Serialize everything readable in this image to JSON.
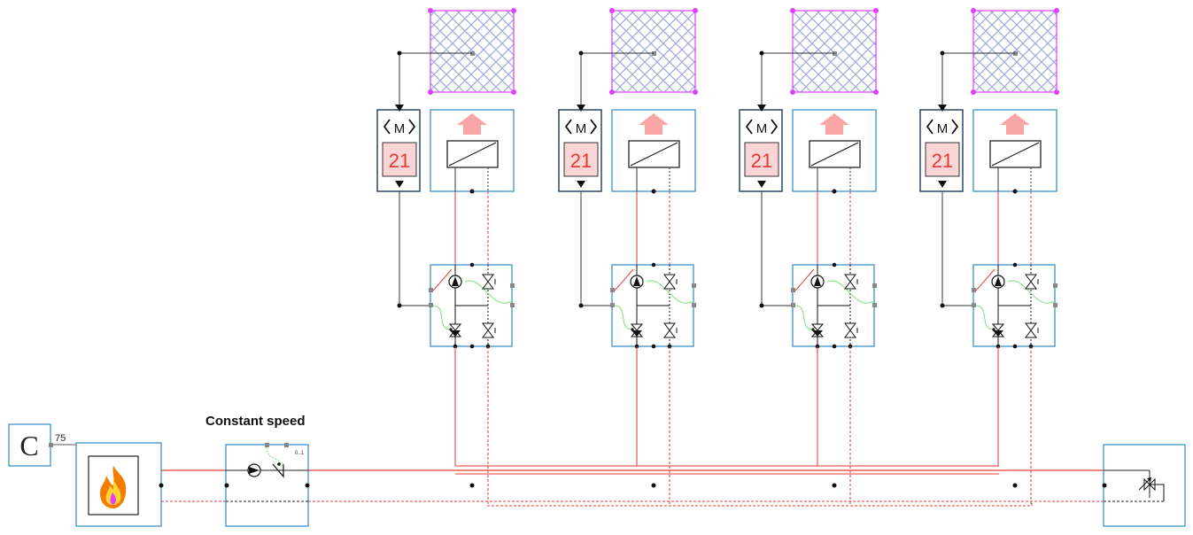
{
  "constant_block": {
    "letter": "C",
    "output_value": "75"
  },
  "pump_label": "Constant speed",
  "pump_range_label": "0..1",
  "zones": [
    {
      "setpoint": "21",
      "mode_symbol": "M"
    },
    {
      "setpoint": "21",
      "mode_symbol": "M"
    },
    {
      "setpoint": "21",
      "mode_symbol": "M"
    },
    {
      "setpoint": "21",
      "mode_symbol": "M"
    }
  ],
  "colors": {
    "supply_line": "#e53935",
    "block_border": "#2d8ac7",
    "control_line": "#333333",
    "room_border": "#e040fb",
    "room_hatch": "#9fa8da",
    "signal_wire": "#7ddf7d",
    "heat_arrow": "#f8a5a5"
  },
  "icons": [
    "flame-icon",
    "pump-icon",
    "check-valve-icon",
    "thermostatic-valve-icon",
    "heat-emitter-icon",
    "heat-arrow-icon",
    "mode-icon"
  ]
}
